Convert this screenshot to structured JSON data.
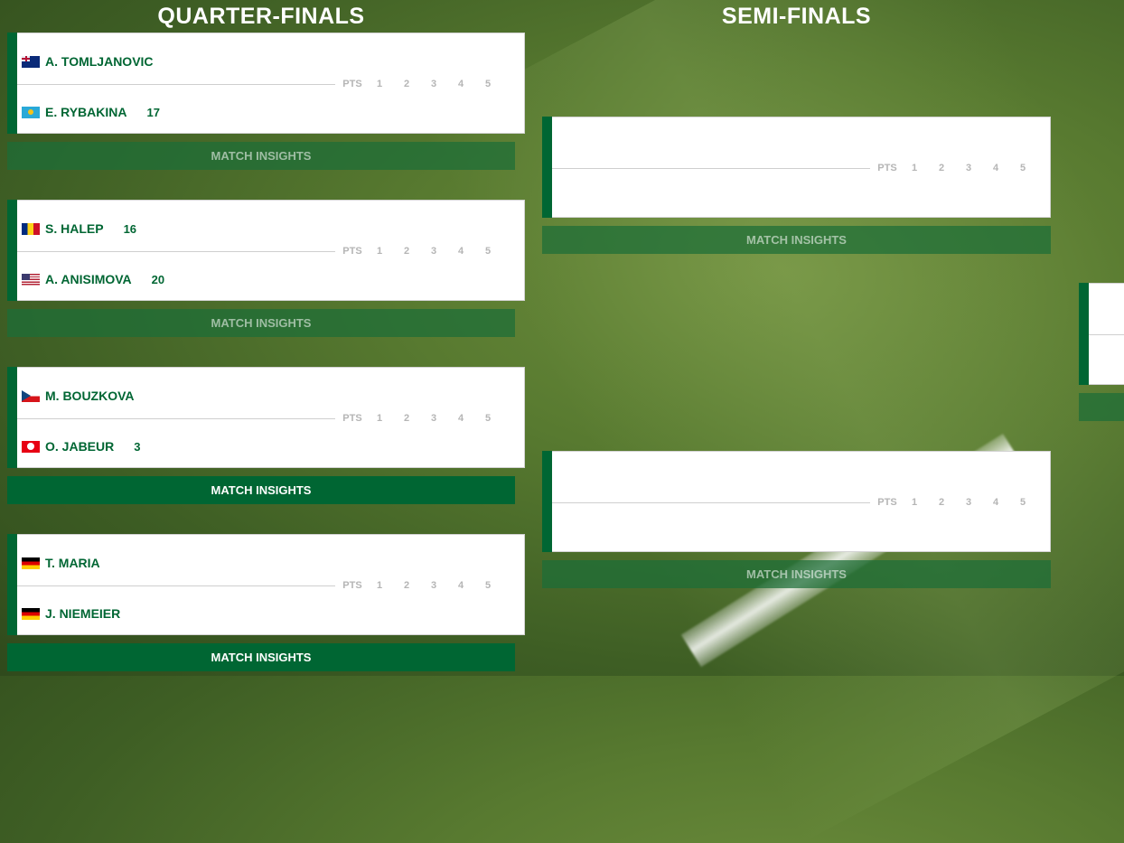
{
  "headers": {
    "quarter_finals": "QUARTER-FINALS",
    "semi_finals": "SEMI-FINALS"
  },
  "score_columns": [
    "PTS",
    "1",
    "2",
    "3",
    "4",
    "5"
  ],
  "insights_label": "MATCH INSIGHTS",
  "quarter_finals": [
    {
      "p1": {
        "name": "A. TOMLJANOVIC",
        "seed": "",
        "flag": "australia-flag"
      },
      "p2": {
        "name": "E. RYBAKINA",
        "seed": "17",
        "flag": "kazakhstan-flag"
      },
      "insights_active": false
    },
    {
      "p1": {
        "name": "S. HALEP",
        "seed": "16",
        "flag": "romania-flag"
      },
      "p2": {
        "name": "A. ANISIMOVA",
        "seed": "20",
        "flag": "usa-flag"
      },
      "insights_active": false
    },
    {
      "p1": {
        "name": "M. BOUZKOVA",
        "seed": "",
        "flag": "czech-flag"
      },
      "p2": {
        "name": "O. JABEUR",
        "seed": "3",
        "flag": "tunisia-flag"
      },
      "insights_active": true
    },
    {
      "p1": {
        "name": "T. MARIA",
        "seed": "",
        "flag": "germany-flag"
      },
      "p2": {
        "name": "J. NIEMEIER",
        "seed": "",
        "flag": "germany-flag"
      },
      "insights_active": true
    }
  ],
  "colors": {
    "brand_green": "#006633",
    "card_bg": "#ffffff",
    "score_gray": "#b5b5b5"
  }
}
